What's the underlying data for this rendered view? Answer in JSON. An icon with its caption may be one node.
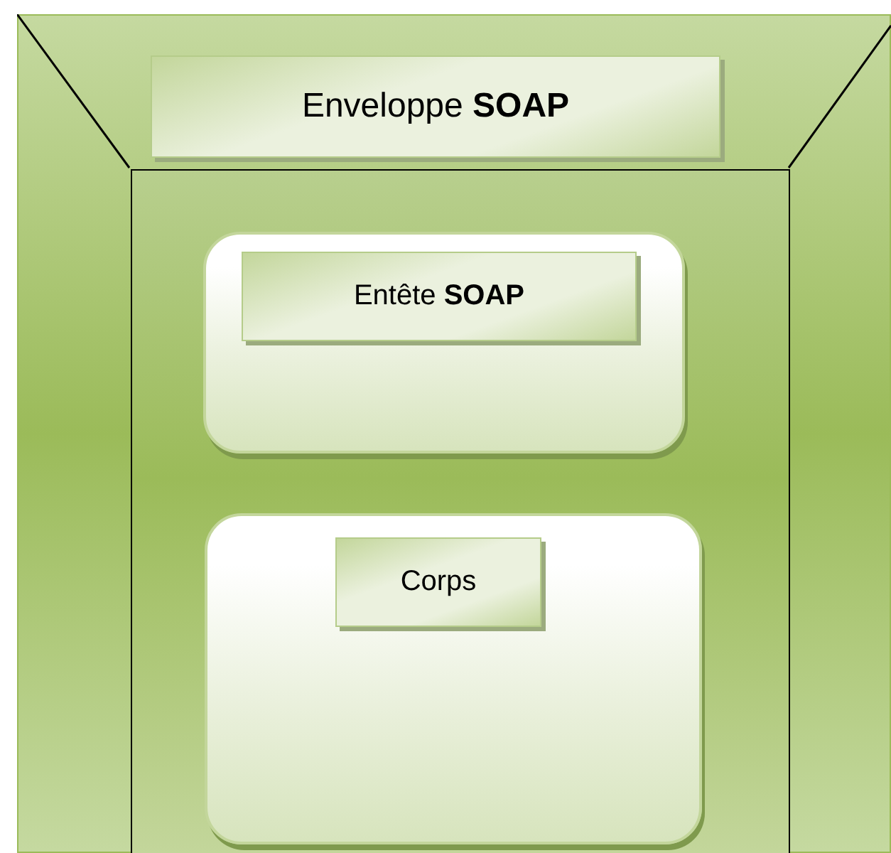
{
  "diagram": {
    "nodes": [
      {
        "text": [
          "Enveloppe **SOAP**"
        ]
      },
      {
        "text": [],
        "shape": "box",
        "in": 0
      },
      {
        "text": [
          "Entête **SOAP**"
        ],
        "in": 1
      },
      {
        "text": [
          "Corps"
        ],
        "in": 1
      }
    ]
  }
}
